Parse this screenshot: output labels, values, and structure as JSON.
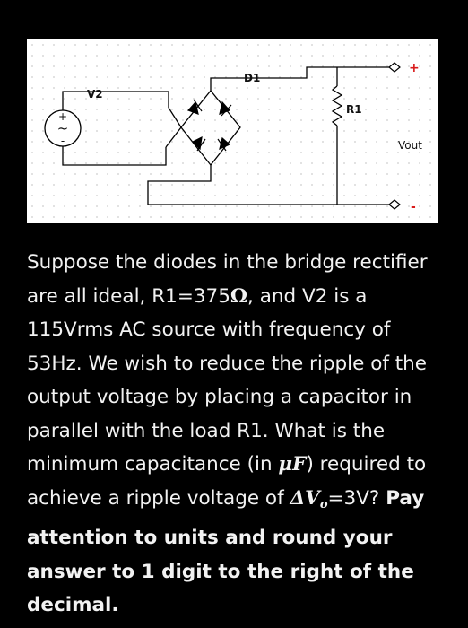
{
  "circuit": {
    "source_label": "V2",
    "bridge_label": "D1",
    "resistor_label": "R1",
    "output_label": "Vout",
    "plus_sign": "+",
    "minus_sign": "-",
    "source_plus": "+",
    "source_minus": "-",
    "source_symbol": "~",
    "wire_color": "#000000",
    "terminal_color": "#d91b1b"
  },
  "question": {
    "line1": "Suppose the diodes in the bridge rectifier",
    "line2_a": "are all ideal, R1=375",
    "line2_omega": "Ω",
    "line2_b": ", and V2 is a",
    "line3": "115Vrms AC source with frequency of",
    "line4": "53Hz. We wish to reduce the ripple of the",
    "line5": "output voltage by placing a capacitor in",
    "line6": "parallel with the load R1. What is the",
    "line7_a": "minimum capacitance (in ",
    "line7_unit": "μF",
    "line7_b": ") required to",
    "line8_a": "achieve a ripple voltage of ",
    "line8_delta": "ΔV",
    "line8_sub": "o",
    "line8_b": "=3V? ",
    "line8_c": "Pay",
    "line9": "attention to units and round your",
    "line10": "answer to 1 digit to the right of the",
    "line11": "decimal."
  }
}
